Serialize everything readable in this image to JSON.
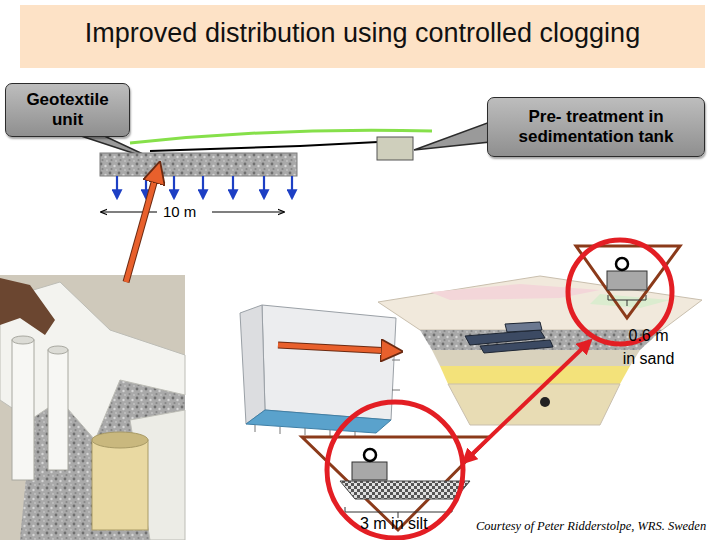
{
  "diagram": {
    "title": "Improved distribution using controlled clogging",
    "nodes": [
      {
        "text": [
          "Geotextile unit"
        ]
      },
      {
        "text": [
          "Pre- treatment in sedimentation tank"
        ]
      }
    ],
    "labels": [
      "10 m",
      "0.6 m in sand",
      "3 m in silt",
      "Courtesy of Peter Ridderstolpe, WRS. Sweden"
    ]
  }
}
